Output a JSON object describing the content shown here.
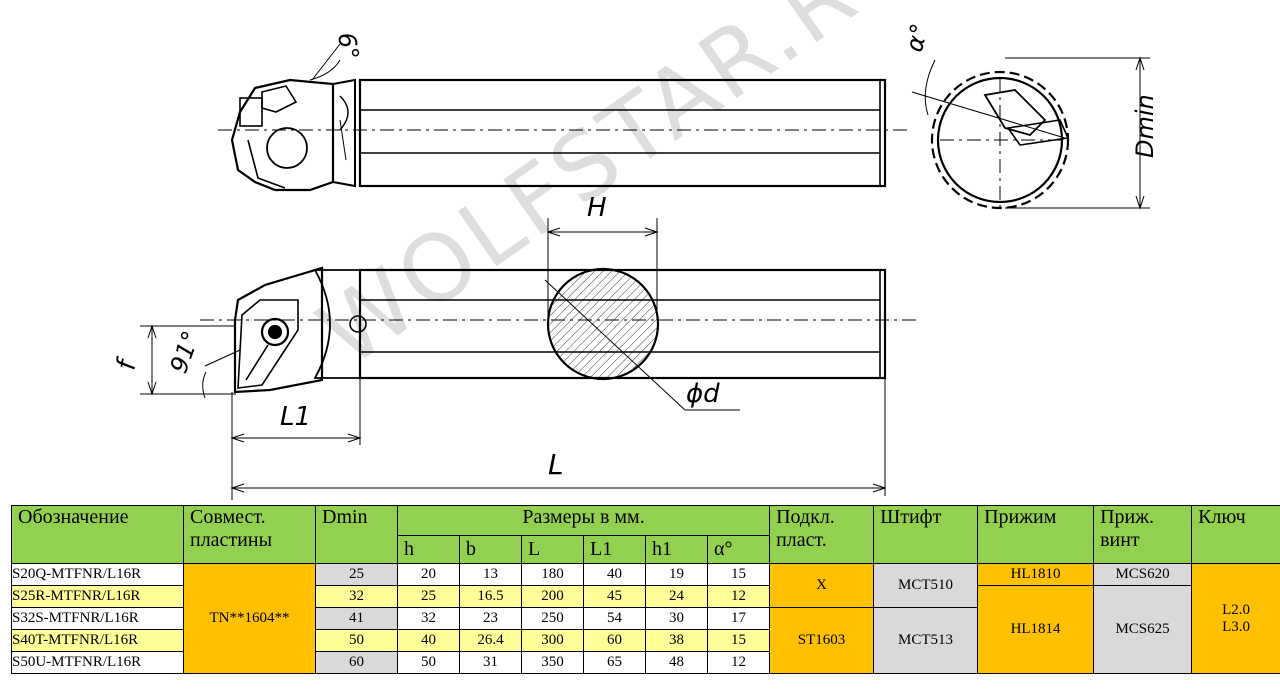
{
  "drawing": {
    "dim_labels": {
      "angle_top": "6°",
      "alpha": "α°",
      "dmin": "Dmin",
      "H": "H",
      "f": "f",
      "angle_91": "91°",
      "L1": "L1",
      "phi_d": "ϕd",
      "L": "L"
    },
    "watermark": "WOLFSTAR.RU"
  },
  "table": {
    "headers": {
      "designation": "Обозначение",
      "compatible_1": "Совмест.",
      "compatible_2": "пластины",
      "dmin": "Dmin",
      "dimensions": "Размеры в мм.",
      "h": "h",
      "b": "b",
      "L": "L",
      "L1": "L1",
      "h1": "h1",
      "alpha": "α°",
      "shim_1": "Подкл.",
      "shim_2": "пласт.",
      "pin": "Штифт",
      "clamp": "Прижим",
      "clamp_screw_1": "Приж.",
      "clamp_screw_2": "винт",
      "key": "Ключ"
    },
    "insert": "TN**1604**",
    "rows": [
      {
        "name": "S20Q-MTFNR/L16R",
        "dmin": "25",
        "h": "20",
        "b": "13",
        "L": "180",
        "L1": "40",
        "h1": "19",
        "alpha": "15"
      },
      {
        "name": "S25R-MTFNR/L16R",
        "dmin": "32",
        "h": "25",
        "b": "16.5",
        "L": "200",
        "L1": "45",
        "h1": "24",
        "alpha": "12"
      },
      {
        "name": "S32S-MTFNR/L16R",
        "dmin": "41",
        "h": "32",
        "b": "23",
        "L": "250",
        "L1": "54",
        "h1": "30",
        "alpha": "17"
      },
      {
        "name": "S40T-MTFNR/L16R",
        "dmin": "50",
        "h": "40",
        "b": "26.4",
        "L": "300",
        "L1": "60",
        "h1": "38",
        "alpha": "15"
      },
      {
        "name": "S50U-MTFNR/L16R",
        "dmin": "60",
        "h": "50",
        "b": "31",
        "L": "350",
        "L1": "65",
        "h1": "48",
        "alpha": "12"
      }
    ],
    "shim": [
      "X",
      "ST1603"
    ],
    "pin": [
      "MCT510",
      "MCT513"
    ],
    "clamp": [
      "HL1810",
      "HL1814"
    ],
    "clamp_screw": [
      "MCS620",
      "MCS625"
    ],
    "key": [
      "L2.0",
      "L3.0"
    ]
  }
}
